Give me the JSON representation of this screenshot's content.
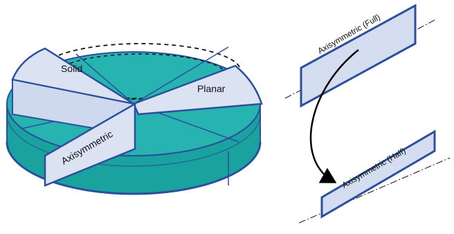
{
  "labels": {
    "solid": "Solid",
    "planar": "Planar",
    "axisymmetric": "Axisymmetric",
    "axisymmetric_full": "Axisymmetric (Full)",
    "axisymmetric_half": "Axisymmetric (Half)"
  },
  "colors": {
    "disk_top": "#27b4b0",
    "disk_side": "#1aa39e",
    "outline": "#2b4f9c",
    "panel_fill": "#dbe2f2",
    "dashed": "#111111",
    "arrow": "#000000"
  }
}
